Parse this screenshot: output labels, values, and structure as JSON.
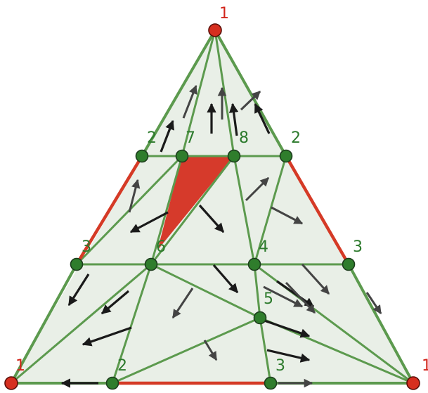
{
  "colors": {
    "fill": "#e9efe7",
    "green_edge": "#5c9a4e",
    "red_edge": "#d53a26",
    "green_node": "#2f7d2c",
    "red_node": "#d62f1f",
    "highlight": "#d63a2b",
    "label_green": "#2c7a2c",
    "label_red": "#d2261c",
    "arrow_dark": "#1a1a1a",
    "arrow_grey": "#444444"
  },
  "labels": {
    "corner_top": "1",
    "corner_left": "1",
    "corner_right": "1",
    "left_upper": "2",
    "left_middle": "3",
    "bottom_left": "2",
    "inner_7": "7",
    "inner_8": "8",
    "right_upper": "2",
    "inner_6": "6",
    "inner_4": "4",
    "right_middle": "3",
    "inner_5": "5",
    "bottom_right": "3"
  }
}
